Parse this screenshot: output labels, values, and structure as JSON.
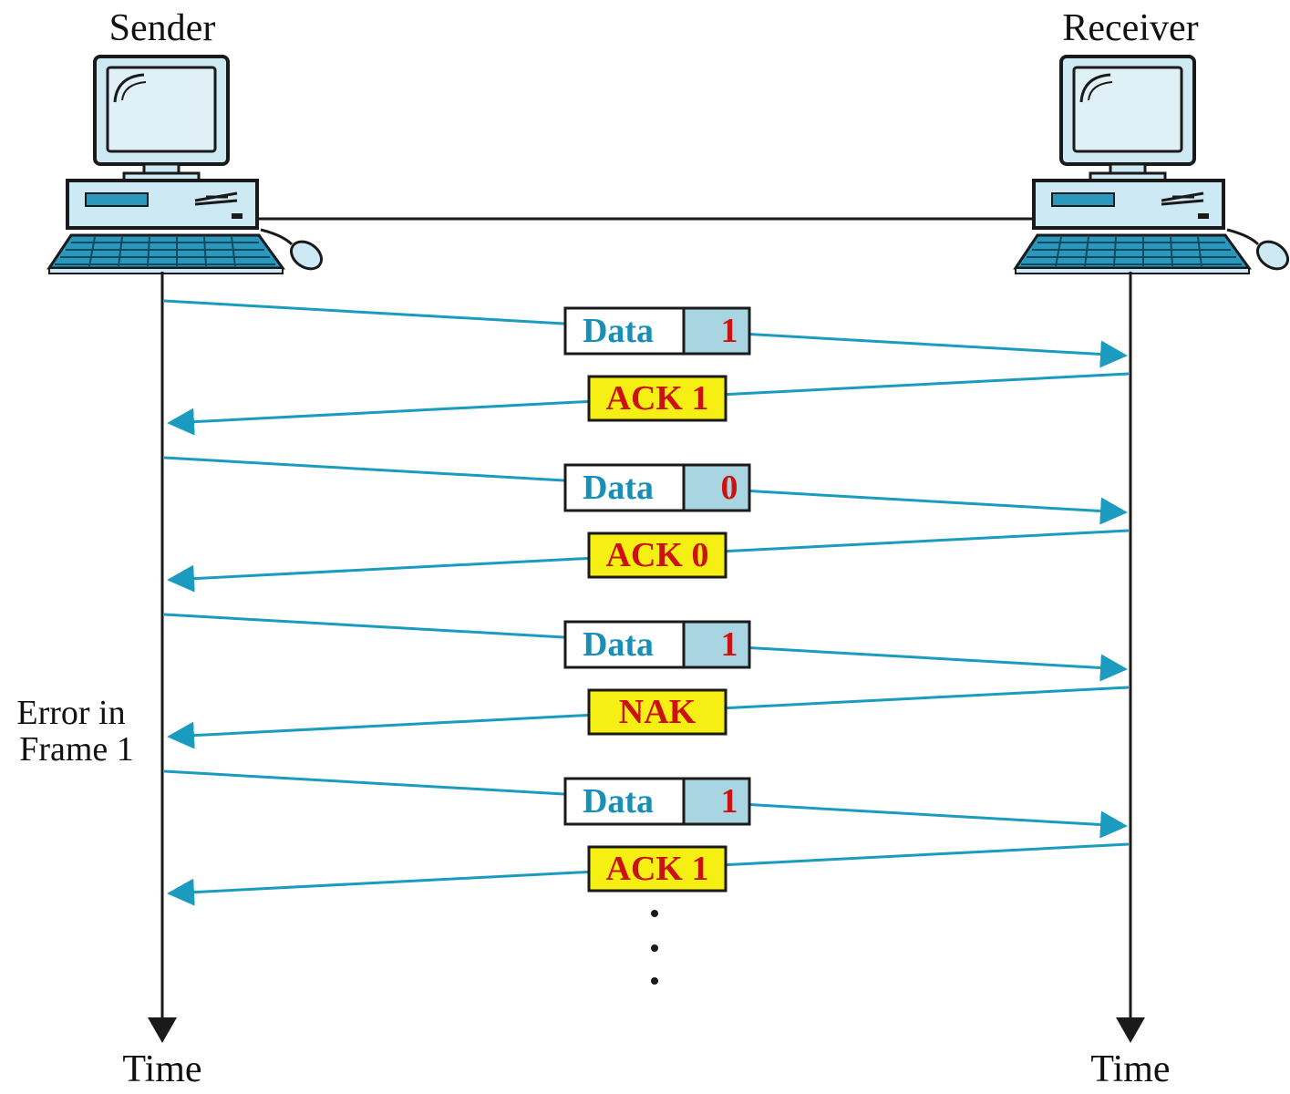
{
  "sender_label": "Sender",
  "receiver_label": "Receiver",
  "time_label_left": "Time",
  "time_label_right": "Time",
  "error_note": [
    "Error in",
    "Frame 1"
  ],
  "exchanges": [
    {
      "data_label": "Data",
      "seq": "1",
      "reply": "ACK 1"
    },
    {
      "data_label": "Data",
      "seq": "0",
      "reply": "ACK 0"
    },
    {
      "data_label": "Data",
      "seq": "1",
      "reply": "NAK"
    },
    {
      "data_label": "Data",
      "seq": "1",
      "reply": "ACK 1"
    }
  ],
  "colors": {
    "arrow": "#1a9bbf",
    "data_text": "#1a8fb5",
    "seq_text": "#cc1111",
    "seq_fill": "#a9d5e3",
    "reply_fill": "#f5ef14",
    "reply_text": "#cc1111",
    "computer_fill": "#cde9f3",
    "keyboard_fill": "#2a97bd"
  }
}
